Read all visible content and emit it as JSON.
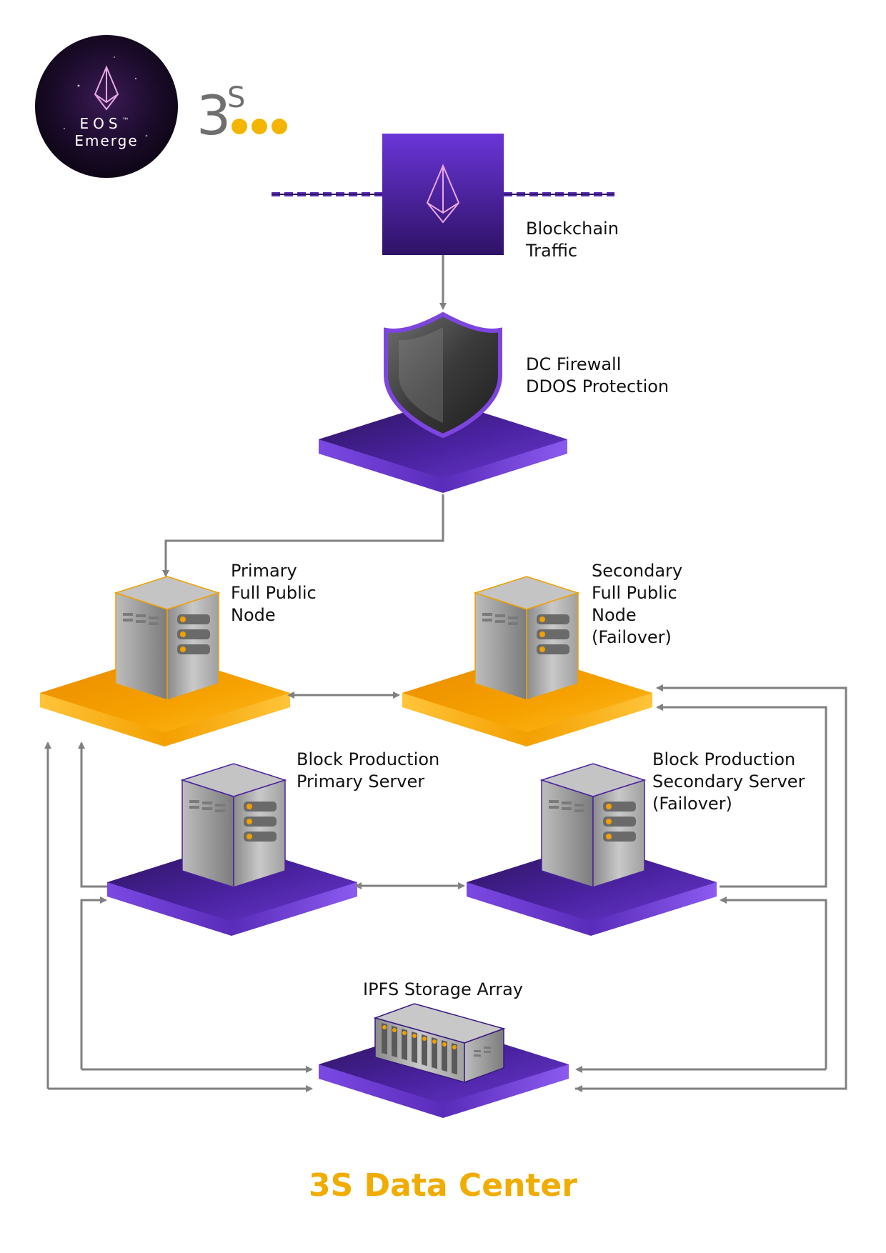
{
  "colors": {
    "purple": "#5b2bb5",
    "purple_dark": "#2a1560",
    "orange": "#f7a800",
    "orange_dark": "#e48800",
    "arrow": "#808080",
    "server": "#a7a7a7",
    "brand_gray": "#6f6f6f",
    "title": "#f0ac00"
  },
  "logos": {
    "eos_line1": "EOS",
    "eos_tm": "™",
    "eos_line2": "Emerge",
    "brand_number": "3",
    "brand_letter": "S"
  },
  "nodes": {
    "blockchain": {
      "line1": "Blockchain",
      "line2": "Traffic",
      "icon": "eos-crystal-icon"
    },
    "firewall": {
      "line1": "DC Firewall",
      "line2": "DDOS Protection",
      "icon": "shield-icon"
    },
    "primary_node": {
      "line1": "Primary",
      "line2": "Full Public",
      "line3": "Node",
      "icon": "server-tower-icon"
    },
    "secondary_node": {
      "line1": "Secondary",
      "line2": "Full Public",
      "line3": "Node",
      "line4": "(Failover)",
      "icon": "server-tower-icon"
    },
    "bp_primary": {
      "line1": "Block Production",
      "line2": "Primary Server",
      "icon": "server-tower-icon"
    },
    "bp_secondary": {
      "line1": "Block Production",
      "line2": "Secondary Server",
      "line3": "(Failover)",
      "icon": "server-tower-icon"
    },
    "ipfs": {
      "line1": "IPFS Storage Array",
      "icon": "storage-array-icon"
    }
  },
  "footer": {
    "title": "3S Data Center"
  }
}
